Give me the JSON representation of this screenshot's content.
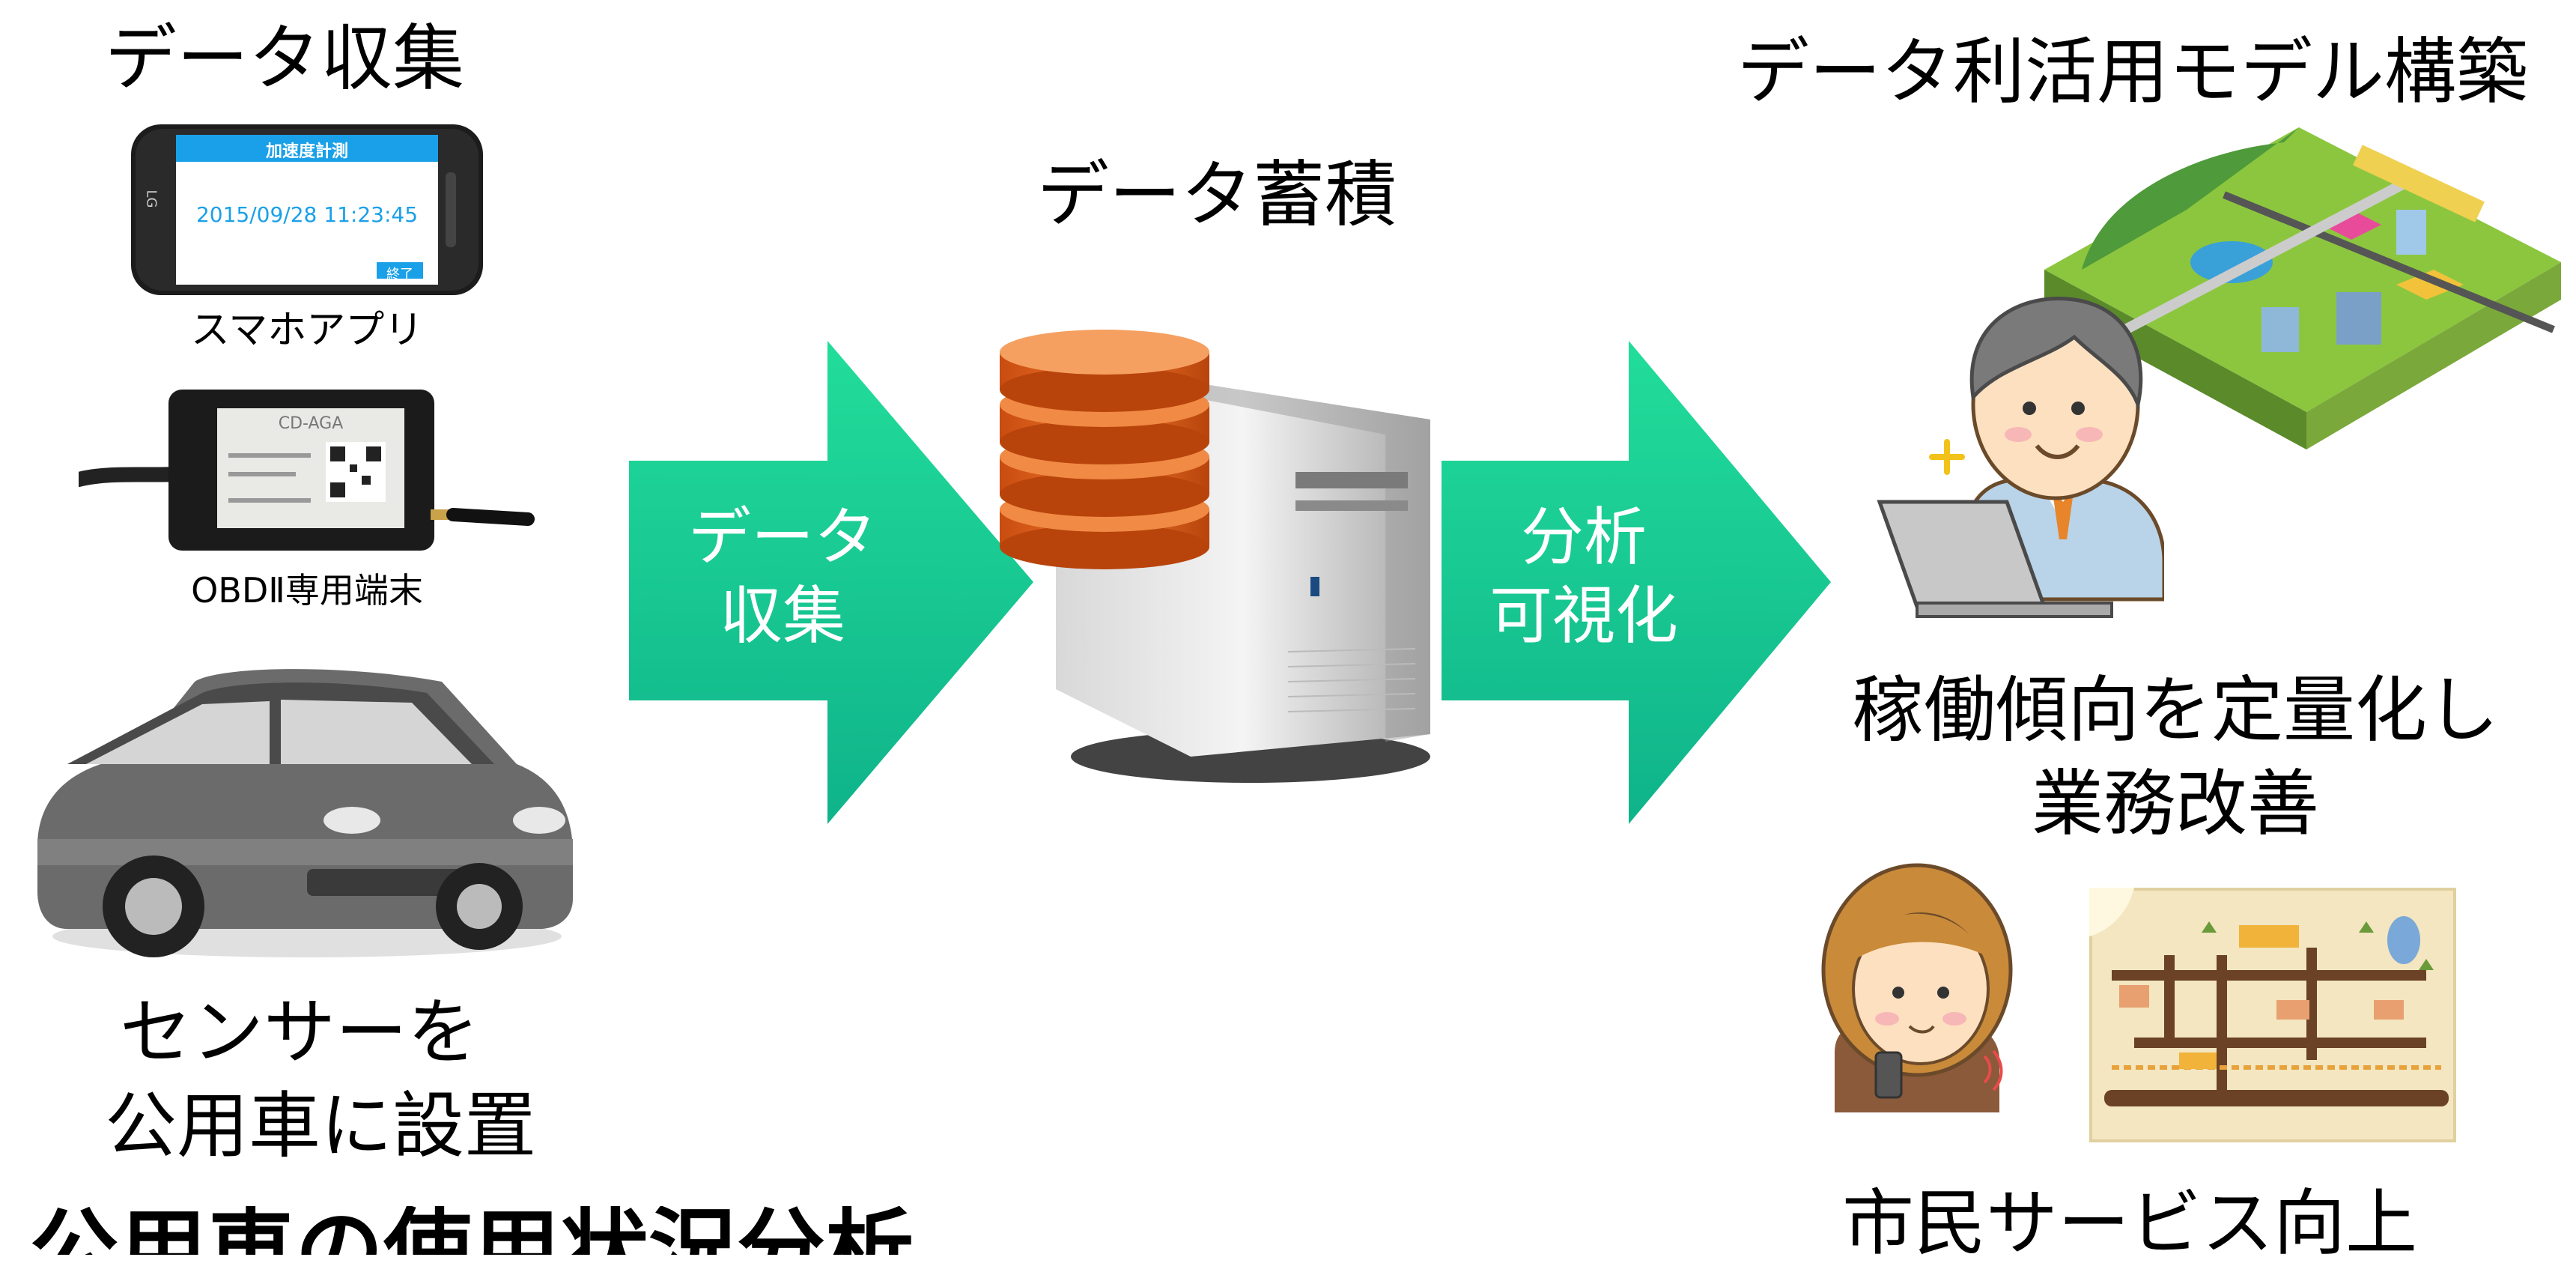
{
  "collection": {
    "title": "データ収集",
    "phone": {
      "header": "加速度計測",
      "datetime": "2015/09/28  11:23:45",
      "button": "終了",
      "brand": "LG",
      "caption": "スマホアプリ"
    },
    "obd": {
      "device_label": "CD-AGA",
      "caption": "OBDⅡ専用端末"
    },
    "car_caption_line1": "センサーを",
    "car_caption_line2": "公用車に設置"
  },
  "arrow1": {
    "line1": "データ",
    "line2": "収集"
  },
  "storage": {
    "title": "データ蓄積"
  },
  "arrow2": {
    "line1": "分析",
    "line2": "可視化"
  },
  "model": {
    "title": "データ利活用モデル構築",
    "result1_line1": "稼働傾向を定量化し",
    "result1_line2": "業務改善",
    "result2": "市民サービス向上"
  },
  "bottom_partial": "公用車の使用状況分析",
  "colors": {
    "arrow_top": "#22dd9a",
    "arrow_bottom": "#0fb38a",
    "db_orange": "#e8661c",
    "phone_header": "#1aa0e8"
  }
}
